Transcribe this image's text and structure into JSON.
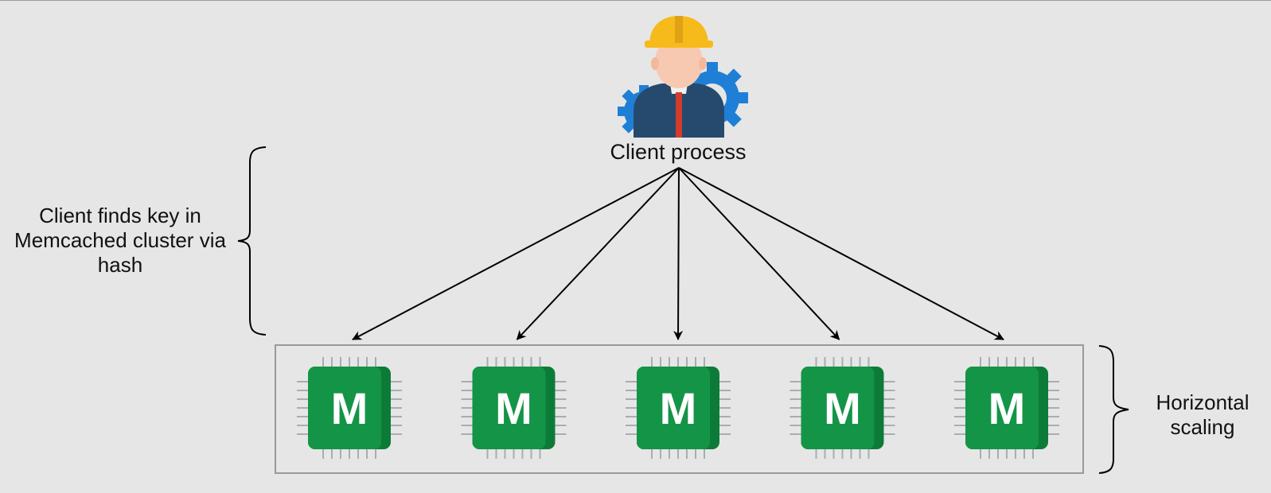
{
  "client": {
    "label": "Client process",
    "icon": "engineer-with-gears-icon"
  },
  "annotations": {
    "left_lines": [
      "Client finds key in",
      "Memcached cluster via",
      "hash"
    ],
    "right_lines": [
      "Horizontal",
      "scaling"
    ]
  },
  "cluster": {
    "node_letter": "M",
    "node_icon": "memcached-chip-icon",
    "node_count": 5
  },
  "colors": {
    "background": "#e6e6e6",
    "chip": "#149447",
    "chip_dark": "#0d7b38",
    "pins": "#a8adb3",
    "helmet": "#f6ba1b",
    "gear": "#1f7fd6",
    "suit": "#264a6d",
    "tie": "#d33b2c",
    "face": "#f7c9b1"
  }
}
